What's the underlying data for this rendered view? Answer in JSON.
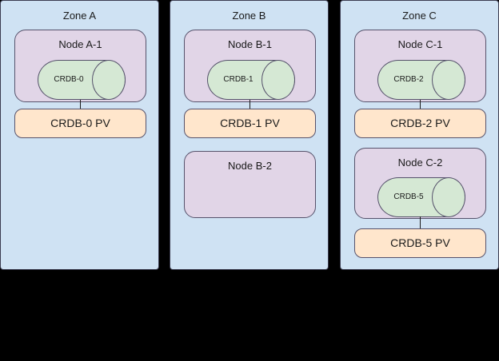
{
  "diagram": {
    "title_visible": false,
    "background_color": "#000000",
    "colors": {
      "zone_fill": "#cfe2f3",
      "node_fill": "#e1d5e7",
      "pod_fill": "#d5e8d4",
      "pv_fill": "#ffe6cc",
      "stroke": "#56526b",
      "text": "#1a1a1a"
    },
    "zones": [
      {
        "id": "zone-a",
        "label": "Zone A",
        "nodes": [
          {
            "id": "node-a-1",
            "label": "Node A-1",
            "pod": {
              "label": "CRDB-0",
              "shape": "cylinder"
            },
            "pv": {
              "label": "CRDB-0 PV"
            },
            "has_connector": true
          }
        ]
      },
      {
        "id": "zone-b",
        "label": "Zone B",
        "nodes": [
          {
            "id": "node-b-1",
            "label": "Node B-1",
            "pod": {
              "label": "CRDB-1",
              "shape": "cylinder"
            },
            "pv": {
              "label": "CRDB-1 PV"
            },
            "has_connector": true
          },
          {
            "id": "node-b-2",
            "label": "Node B-2",
            "pod": null,
            "pv": null,
            "has_connector": false
          }
        ]
      },
      {
        "id": "zone-c",
        "label": "Zone C",
        "nodes": [
          {
            "id": "node-c-1",
            "label": "Node C-1",
            "pod": {
              "label": "CRDB-2",
              "shape": "cylinder"
            },
            "pv": {
              "label": "CRDB-2 PV"
            },
            "has_connector": true
          },
          {
            "id": "node-c-2",
            "label": "Node C-2",
            "pod": {
              "label": "CRDB-5",
              "shape": "cylinder"
            },
            "pv": {
              "label": "CRDB-5 PV"
            },
            "has_connector": true
          }
        ]
      }
    ]
  }
}
